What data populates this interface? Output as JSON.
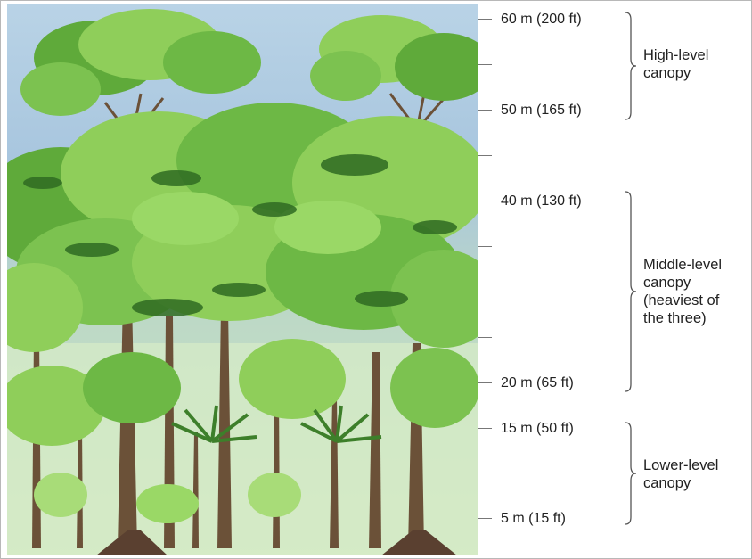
{
  "scale_labels": [
    "60 m (200 ft)",
    "50 m (165 ft)",
    "40 m (130 ft)",
    "20 m (65 ft)",
    "15 m (50 ft)",
    "5 m (15 ft)"
  ],
  "canopy_labels": {
    "high": [
      "High-level",
      "canopy"
    ],
    "middle": [
      "Middle-level",
      "canopy",
      "(heaviest of",
      "the three)"
    ],
    "lower": [
      "Lower-level",
      "canopy"
    ]
  },
  "colors": {
    "sky": "#aac8e0",
    "foliage_light": "#8fce5a",
    "foliage_mid": "#5faa3a",
    "foliage_dark": "#2f6b22",
    "trunk": "#6b5138",
    "scale_line": "#888888"
  }
}
